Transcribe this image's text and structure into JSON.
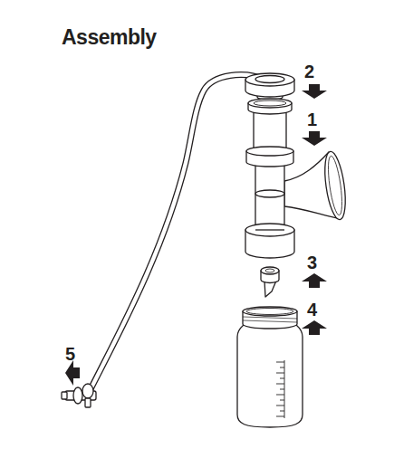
{
  "diagram": {
    "title": "Assembly",
    "labels": [
      "2",
      "1",
      "3",
      "4",
      "5"
    ]
  }
}
